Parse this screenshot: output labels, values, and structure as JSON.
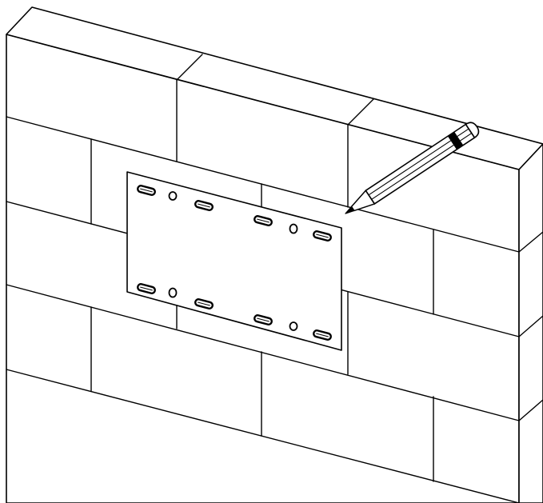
{
  "illustration": {
    "subject": "wall-mounting-plate-marking",
    "colors": {
      "line": "#000000",
      "background": "#ffffff"
    },
    "icons": [
      "brick-wall",
      "mounting-plate",
      "pencil-icon"
    ],
    "plate": {
      "slot_count": 8,
      "round_hole_count": 4
    }
  }
}
